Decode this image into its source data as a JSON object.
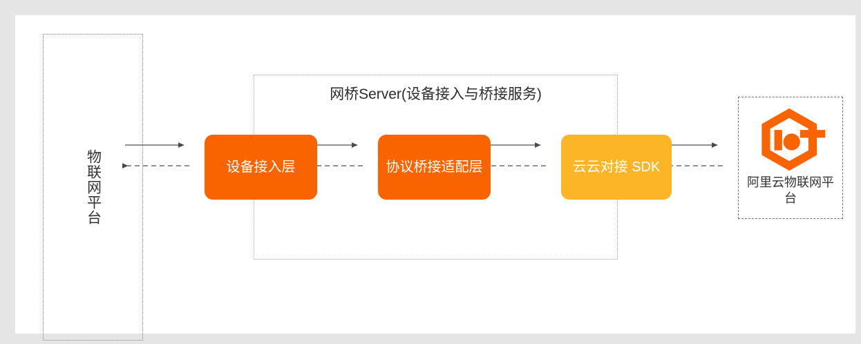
{
  "diagram": {
    "title_text": "网桥Server(设备接入与桥接服务)",
    "background_color": "#e5e5e5",
    "panel_color": "#ffffff"
  },
  "left_platform": {
    "label": "物联网平台",
    "border_style": "dotted",
    "text_color": "#333333"
  },
  "bridge_server": {
    "title": "网桥Server(设备接入与桥接服务)",
    "border_style": "dotted",
    "nodes": [
      {
        "id": "device-access-layer",
        "label": "设备接入层",
        "color": "#fa6400",
        "text_color": "#ffffff"
      },
      {
        "id": "protocol-bridge-adapter-layer",
        "label": "协议桥接适配层",
        "color": "#fa6400",
        "text_color": "#ffffff"
      },
      {
        "id": "cloud-to-cloud-sdk",
        "label": "云云对接 SDK",
        "color": "#fcb527",
        "text_color": "#ffffff"
      }
    ]
  },
  "right_platform": {
    "label": "阿里云物联网平台",
    "logo_name": "iot-hexagon-logo",
    "logo_color": "#fa6400",
    "border_style": "dashed",
    "text_color": "#333333"
  },
  "connectors": {
    "solid_color": "#6b6b6b",
    "dashed_color": "#6b6b6b",
    "forward_style": "solid",
    "return_style": "dashed",
    "links": [
      {
        "from": "物联网平台",
        "to": "设备接入层"
      },
      {
        "from": "设备接入层",
        "to": "协议桥接适配层"
      },
      {
        "from": "协议桥接适配层",
        "to": "云云对接 SDK"
      },
      {
        "from": "云云对接 SDK",
        "to": "阿里云物联网平台"
      }
    ]
  }
}
